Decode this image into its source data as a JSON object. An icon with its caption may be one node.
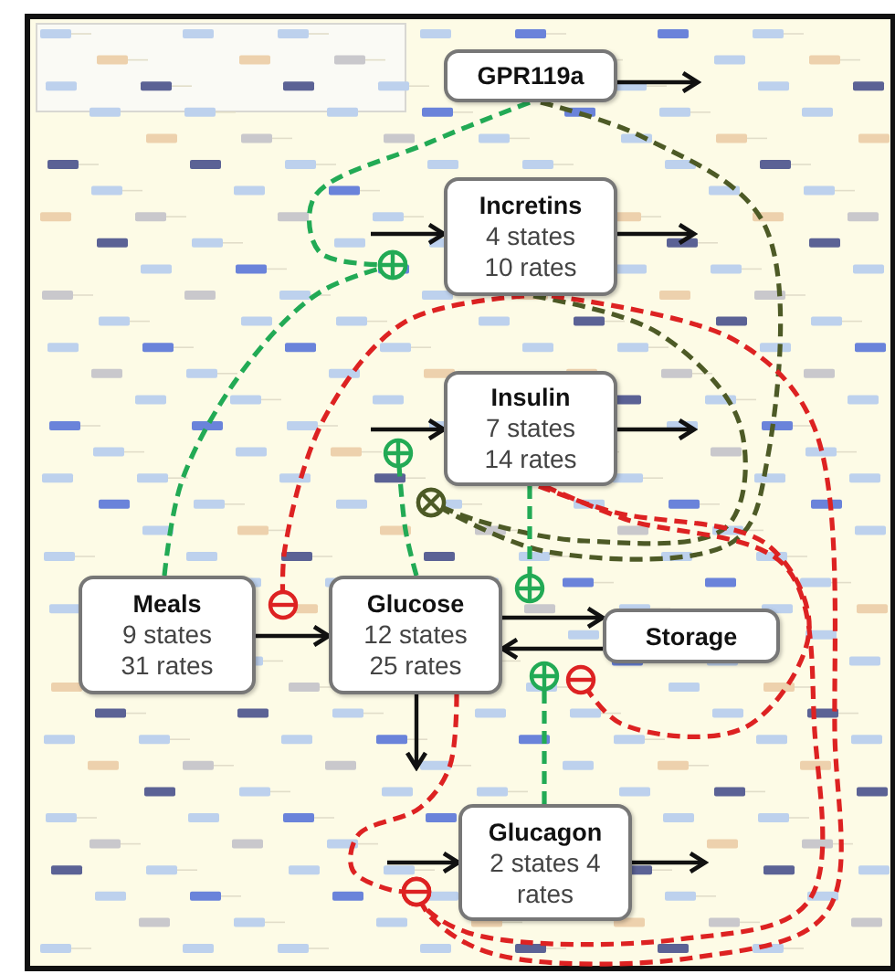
{
  "diagram": {
    "nodes": [
      {
        "text": [
          "GPR119a"
        ]
      },
      {
        "text": [
          "Incretins",
          "4 states 10 rates"
        ]
      },
      {
        "text": [
          "Insulin",
          "7 states 14 rates"
        ]
      },
      {
        "text": [
          "Meals",
          "9 states 31 rates"
        ]
      },
      {
        "text": [
          "Glucose",
          "12 states 25 rates"
        ]
      },
      {
        "text": [
          "Storage"
        ]
      },
      {
        "text": [
          "Glucagon",
          "2 states 4 rates"
        ]
      }
    ],
    "edges": [
      {
        "from": 0,
        "to": null,
        "arrow": "to"
      },
      {
        "from": null,
        "to": 1,
        "arrow": "to"
      },
      {
        "from": 1,
        "to": null,
        "arrow": "to"
      },
      {
        "from": null,
        "to": 2,
        "arrow": "to"
      },
      {
        "from": 2,
        "to": null,
        "arrow": "to"
      },
      {
        "from": 3,
        "to": 4,
        "arrow": "to"
      },
      {
        "from": 4,
        "to": 5,
        "arrow": "to"
      },
      {
        "from": 5,
        "to": 4,
        "arrow": "to"
      },
      {
        "from": 4,
        "to": null,
        "arrow": "to"
      },
      {
        "from": null,
        "to": 6,
        "arrow": "to"
      },
      {
        "from": 6,
        "to": null,
        "arrow": "to"
      },
      {
        "from": 3,
        "to": 1,
        "arrow": "other",
        "style": "dashed",
        "color": "#22aa55"
      },
      {
        "from": 0,
        "to": 1,
        "arrow": "other",
        "style": "dashed",
        "color": "#22aa55"
      },
      {
        "from": 4,
        "to": 2,
        "arrow": "other",
        "style": "dashed",
        "color": "#22aa55"
      },
      {
        "from": 1,
        "to": 2,
        "arrow": "other",
        "style": "dashed",
        "color": "#4d5a26"
      },
      {
        "from": 0,
        "to": 2,
        "arrow": "other",
        "style": "dashed",
        "color": "#4d5a26"
      },
      {
        "from": 1,
        "to": 4,
        "arrow": "other",
        "style": "dashed",
        "color": "#dd2222"
      },
      {
        "from": 1,
        "to": 6,
        "arrow": "other",
        "style": "dashed",
        "color": "#dd2222"
      },
      {
        "from": 2,
        "to": 4,
        "arrow": "other",
        "style": "dashed",
        "color": "#22aa55"
      },
      {
        "from": 2,
        "to": 5,
        "arrow": "other",
        "style": "dashed",
        "color": "#dd2222"
      },
      {
        "from": 2,
        "to": 6,
        "arrow": "other",
        "style": "dashed",
        "color": "#dd2222"
      },
      {
        "from": 6,
        "to": 4,
        "arrow": "other",
        "style": "dashed",
        "color": "#22aa55"
      },
      {
        "from": 4,
        "to": 6,
        "arrow": "other",
        "style": "dashed",
        "color": "#dd2222"
      }
    ]
  }
}
